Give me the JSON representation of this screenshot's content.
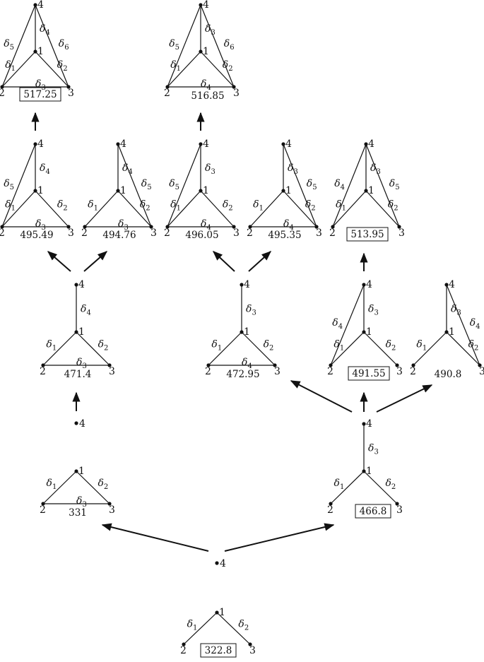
{
  "graphs": [
    {
      "id": "g0",
      "vertices": [
        "1",
        "2",
        "3"
      ],
      "edges": [
        [
          "1",
          "2",
          "δ",
          "1"
        ],
        [
          "1",
          "3",
          "δ",
          "2"
        ]
      ],
      "value": "322.8",
      "boxed": true
    },
    {
      "id": "g1",
      "vertices": [
        "1",
        "2",
        "3"
      ],
      "edges": [
        [
          "1",
          "2",
          "δ",
          "1"
        ],
        [
          "1",
          "3",
          "δ",
          "2"
        ],
        [
          "2",
          "3",
          "δ",
          "3"
        ]
      ],
      "value": "331",
      "boxed": false
    },
    {
      "id": "g2",
      "vertices": [
        "4",
        "1",
        "2",
        "3"
      ],
      "edges": [
        [
          "4",
          "1",
          "δ",
          "3"
        ],
        [
          "1",
          "2",
          "δ",
          "1"
        ],
        [
          "1",
          "3",
          "δ",
          "2"
        ]
      ],
      "value": "466.8",
      "boxed": true
    },
    {
      "id": "g3",
      "vertices": [
        "4",
        "1",
        "2",
        "3"
      ],
      "edges": [
        [
          "4",
          "1",
          "δ",
          "4"
        ],
        [
          "1",
          "2",
          "δ",
          "1"
        ],
        [
          "1",
          "3",
          "δ",
          "2"
        ],
        [
          "2",
          "3",
          "δ",
          "3"
        ]
      ],
      "value": "471.4",
      "boxed": false
    },
    {
      "id": "g4",
      "vertices": [
        "4",
        "1",
        "2",
        "3"
      ],
      "edges": [
        [
          "4",
          "1",
          "δ",
          "3"
        ],
        [
          "1",
          "2",
          "δ",
          "1"
        ],
        [
          "1",
          "3",
          "δ",
          "2"
        ],
        [
          "2",
          "3",
          "δ",
          "4"
        ]
      ],
      "value": "472.95",
      "boxed": false
    },
    {
      "id": "g5",
      "vertices": [
        "4",
        "1",
        "2",
        "3"
      ],
      "edges": [
        [
          "4",
          "1",
          "δ",
          "3"
        ],
        [
          "4",
          "2",
          "δ",
          "4"
        ],
        [
          "1",
          "2",
          "δ",
          "1"
        ],
        [
          "1",
          "3",
          "δ",
          "2"
        ]
      ],
      "value": "491.55",
      "boxed": true
    },
    {
      "id": "g6",
      "vertices": [
        "4",
        "1",
        "2",
        "3"
      ],
      "edges": [
        [
          "4",
          "1",
          "δ",
          "3"
        ],
        [
          "4",
          "3",
          "δ",
          "4"
        ],
        [
          "1",
          "2",
          "δ",
          "1"
        ],
        [
          "1",
          "3",
          "δ",
          "2"
        ]
      ],
      "value": "490.8",
      "boxed": false
    },
    {
      "id": "g7",
      "vertices": [
        "4",
        "1",
        "2",
        "3"
      ],
      "edges": [
        [
          "4",
          "1",
          "δ",
          "4"
        ],
        [
          "4",
          "2",
          "δ",
          "5"
        ],
        [
          "1",
          "2",
          "δ",
          "1"
        ],
        [
          "1",
          "3",
          "δ",
          "2"
        ],
        [
          "2",
          "3",
          "δ",
          "3"
        ]
      ],
      "value": "495.49",
      "boxed": false
    },
    {
      "id": "g8",
      "vertices": [
        "4",
        "1",
        "2",
        "3"
      ],
      "edges": [
        [
          "4",
          "1",
          "δ",
          "4"
        ],
        [
          "4",
          "3",
          "δ",
          "5"
        ],
        [
          "1",
          "2",
          "δ",
          "1"
        ],
        [
          "1",
          "3",
          "δ",
          "2"
        ],
        [
          "2",
          "3",
          "δ",
          "3"
        ]
      ],
      "value": "494.76",
      "boxed": false
    },
    {
      "id": "g9",
      "vertices": [
        "4",
        "1",
        "2",
        "3"
      ],
      "edges": [
        [
          "4",
          "1",
          "δ",
          "3"
        ],
        [
          "4",
          "2",
          "δ",
          "5"
        ],
        [
          "1",
          "2",
          "δ",
          "1"
        ],
        [
          "1",
          "3",
          "δ",
          "2"
        ],
        [
          "2",
          "3",
          "δ",
          "4"
        ]
      ],
      "value": "496.05",
      "boxed": false
    },
    {
      "id": "g10",
      "vertices": [
        "4",
        "1",
        "2",
        "3"
      ],
      "edges": [
        [
          "4",
          "1",
          "δ",
          "3"
        ],
        [
          "4",
          "3",
          "δ",
          "5"
        ],
        [
          "1",
          "2",
          "δ",
          "1"
        ],
        [
          "1",
          "3",
          "δ",
          "2"
        ],
        [
          "2",
          "3",
          "δ",
          "4"
        ]
      ],
      "value": "495.35",
      "boxed": false
    },
    {
      "id": "g11",
      "vertices": [
        "4",
        "1",
        "2",
        "3"
      ],
      "edges": [
        [
          "4",
          "1",
          "δ",
          "3"
        ],
        [
          "4",
          "2",
          "δ",
          "4"
        ],
        [
          "4",
          "3",
          "δ",
          "5"
        ],
        [
          "1",
          "2",
          "δ",
          "1"
        ],
        [
          "1",
          "3",
          "δ",
          "2"
        ]
      ],
      "value": "513.95",
      "boxed": true
    },
    {
      "id": "g12",
      "vertices": [
        "4",
        "1",
        "2",
        "3"
      ],
      "edges": [
        [
          "4",
          "1",
          "δ",
          "4"
        ],
        [
          "4",
          "2",
          "δ",
          "5"
        ],
        [
          "4",
          "3",
          "δ",
          "6"
        ],
        [
          "1",
          "2",
          "δ",
          "1"
        ],
        [
          "1",
          "3",
          "δ",
          "2"
        ],
        [
          "2",
          "3",
          "δ",
          "3"
        ]
      ],
      "value": "517.25",
      "boxed": true
    },
    {
      "id": "g13",
      "vertices": [
        "4",
        "1",
        "2",
        "3"
      ],
      "edges": [
        [
          "4",
          "1",
          "δ",
          "3"
        ],
        [
          "4",
          "2",
          "δ",
          "5"
        ],
        [
          "4",
          "3",
          "δ",
          "6"
        ],
        [
          "1",
          "2",
          "δ",
          "1"
        ],
        [
          "1",
          "3",
          "δ",
          "2"
        ],
        [
          "2",
          "3",
          "δ",
          "4"
        ]
      ],
      "value": "516.85",
      "boxed": false
    }
  ],
  "free_vertices": [
    "4",
    "4"
  ],
  "arrows": [
    [
      "fv-bottom",
      "g1"
    ],
    [
      "fv-bottom",
      "g2"
    ],
    [
      "fv-left",
      "g3"
    ],
    [
      "g2",
      "g4"
    ],
    [
      "g2",
      "g5"
    ],
    [
      "g2",
      "g6"
    ],
    [
      "g3",
      "g7"
    ],
    [
      "g3",
      "g8"
    ],
    [
      "g4",
      "g9"
    ],
    [
      "g4",
      "g10"
    ],
    [
      "g5",
      "g11"
    ],
    [
      "g7",
      "g12"
    ],
    [
      "g9",
      "g13"
    ]
  ]
}
